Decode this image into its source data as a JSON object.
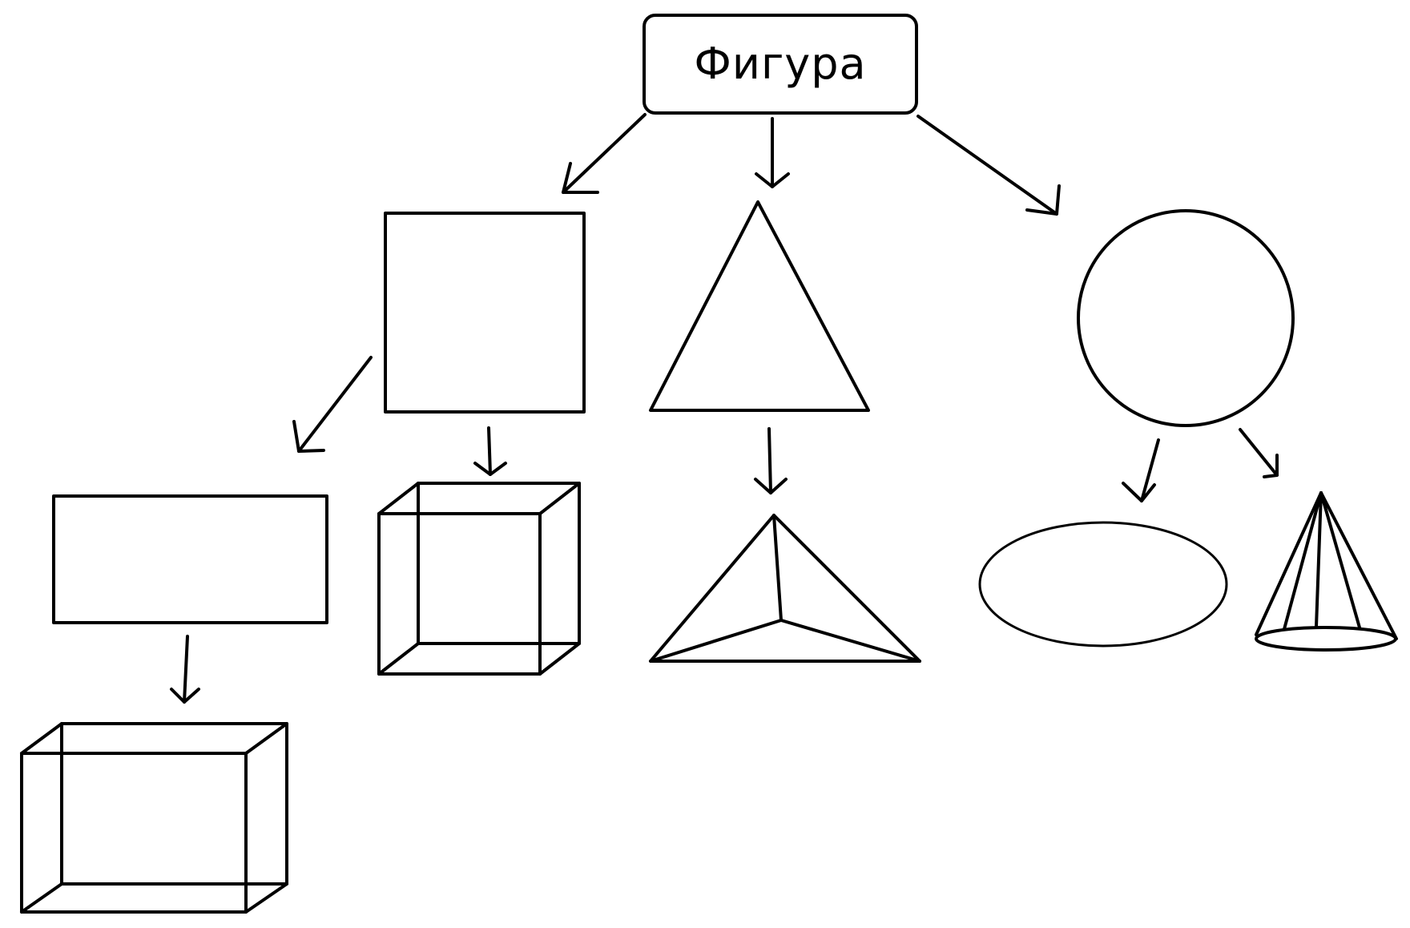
{
  "root": {
    "label": "Фигура"
  },
  "colors": {
    "stroke": "#000000",
    "background": "#ffffff"
  },
  "nodes": [
    {
      "id": "square",
      "shape": "square"
    },
    {
      "id": "triangle",
      "shape": "triangle"
    },
    {
      "id": "circle",
      "shape": "circle"
    },
    {
      "id": "rectangle",
      "shape": "rectangle"
    },
    {
      "id": "cube",
      "shape": "cube"
    },
    {
      "id": "pyramid",
      "shape": "pyramid"
    },
    {
      "id": "ellipse",
      "shape": "ellipse"
    },
    {
      "id": "cone",
      "shape": "cone"
    },
    {
      "id": "cuboid",
      "shape": "cuboid"
    }
  ],
  "edges": [
    {
      "from": "root",
      "to": "square"
    },
    {
      "from": "root",
      "to": "triangle"
    },
    {
      "from": "root",
      "to": "circle"
    },
    {
      "from": "square",
      "to": "rectangle"
    },
    {
      "from": "square",
      "to": "cube"
    },
    {
      "from": "triangle",
      "to": "pyramid"
    },
    {
      "from": "circle",
      "to": "ellipse"
    },
    {
      "from": "circle",
      "to": "cone"
    },
    {
      "from": "rectangle",
      "to": "cuboid"
    }
  ]
}
